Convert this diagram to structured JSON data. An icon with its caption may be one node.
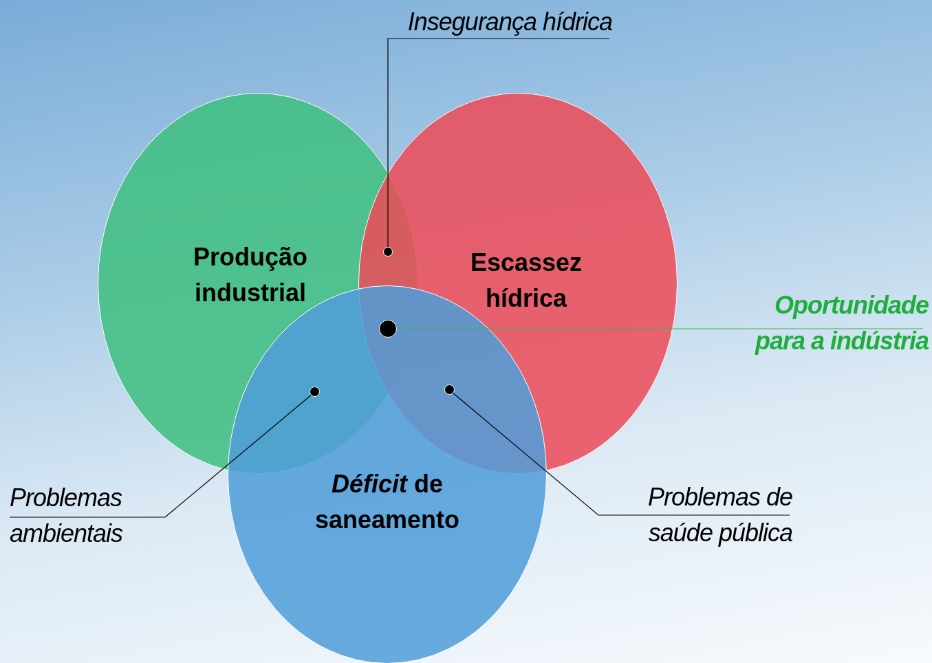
{
  "diagram": {
    "nodes": [
      {
        "text": [
          "Produção industrial"
        ]
      },
      {
        "text": [
          "Escassez hídrica"
        ]
      },
      {
        "text": [
          "*Déficit* de saneamento"
        ]
      },
      {
        "text": [
          "Insegurança hídrica"
        ]
      },
      {
        "text": [],
        "shape": "circle"
      },
      {
        "text": [
          "Oportunidade para a indústria"
        ]
      },
      {
        "text": [],
        "shape": "circle"
      },
      {
        "text": [
          "Problemas ambientais"
        ]
      },
      {
        "text": [],
        "shape": "circle"
      },
      {
        "text": [
          "Problemas de saúde pública"
        ]
      },
      {
        "text": [],
        "shape": "circle"
      }
    ],
    "edges": [
      {
        "from": 3,
        "to": 4,
        "arrow": "none"
      },
      {
        "from": 5,
        "to": 6,
        "arrow": "none",
        "color": "#3cb44b"
      },
      {
        "from": 7,
        "to": 8,
        "arrow": "none"
      },
      {
        "from": 9,
        "to": 10,
        "arrow": "none"
      }
    ]
  }
}
